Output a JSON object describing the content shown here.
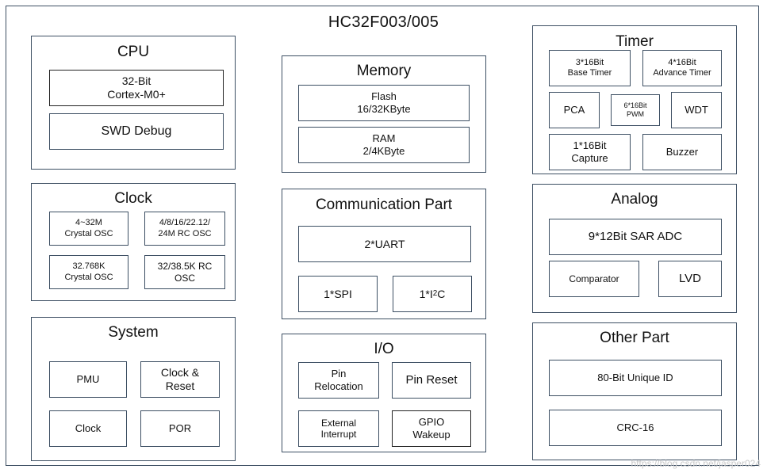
{
  "title": "HC32F003/005",
  "cpu": {
    "title": "CPU",
    "core": "32-Bit\nCortex-M0+",
    "debug": "SWD Debug"
  },
  "clock": {
    "title": "Clock",
    "osc1": "4~32M\nCrystal OSC",
    "osc2": "4/8/16/22.12/\n24M RC OSC",
    "osc3": "32.768K\nCrystal OSC",
    "osc4": "32/38.5K RC\nOSC"
  },
  "system": {
    "title": "System",
    "pmu": "PMU",
    "clock_reset": "Clock &\nReset",
    "clock": "Clock",
    "por": "POR"
  },
  "memory": {
    "title": "Memory",
    "flash": "Flash\n16/32KByte",
    "ram": "RAM\n2/4KByte"
  },
  "comm": {
    "title": "Communication Part",
    "uart": "2*UART",
    "spi": "1*SPI",
    "i2c_prefix": "1*I",
    "i2c_sup": "2",
    "i2c_suffix": "C"
  },
  "io": {
    "title": "I/O",
    "pin_reloc": "Pin\nRelocation",
    "pin_reset": "Pin Reset",
    "ext_int": "External\nInterrupt",
    "gpio_wake": "GPIO\nWakeup"
  },
  "timer": {
    "title": "Timer",
    "base": "3*16Bit\nBase Timer",
    "advance": "4*16Bit\nAdvance Timer",
    "pca": "PCA",
    "pwm": "6*16Bit\nPWM",
    "wdt": "WDT",
    "capture": "1*16Bit\nCapture",
    "buzzer": "Buzzer"
  },
  "analog": {
    "title": "Analog",
    "adc": "9*12Bit SAR ADC",
    "comparator": "Comparator",
    "lvd": "LVD"
  },
  "other": {
    "title": "Other Part",
    "uid": "80-Bit Unique ID",
    "crc": "CRC-16"
  },
  "watermark": "https://blog.csdn.net/jasper024"
}
